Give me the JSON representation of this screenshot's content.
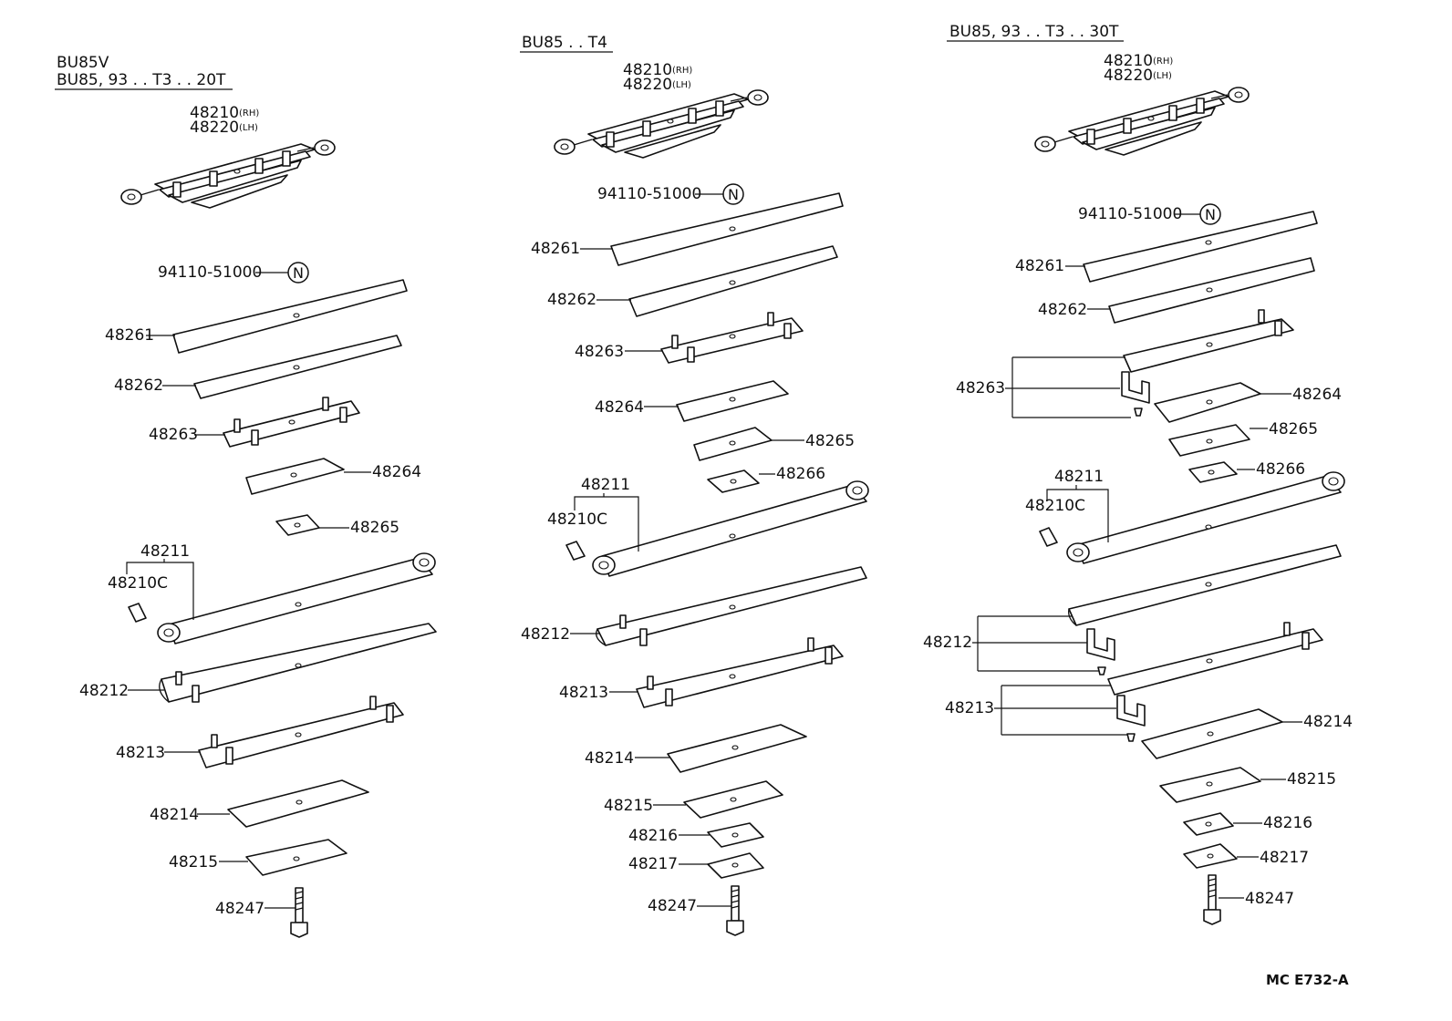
{
  "columns": [
    {
      "header": [
        "BU85V",
        "BU85, 93 . . T3 . . 20T"
      ],
      "parts": {
        "assembly_rh": "48210",
        "assembly_rh_side": "(RH)",
        "assembly_lh": "48220",
        "assembly_lh_side": "(LH)",
        "bolt": "94110-51000",
        "new_mark": "N",
        "leaf_1": "48261",
        "leaf_2": "48262",
        "leaf_3": "48263",
        "leaf_4": "48264",
        "leaf_5": "48265",
        "main_leaf": "48211",
        "bushing": "48210C",
        "leaf_12": "48212",
        "leaf_13": "48213",
        "leaf_14": "48214",
        "leaf_15": "48215",
        "center_bolt": "48247"
      }
    },
    {
      "header": [
        "BU85 . . T4"
      ],
      "parts": {
        "assembly_rh": "48210",
        "assembly_rh_side": "(RH)",
        "assembly_lh": "48220",
        "assembly_lh_side": "(LH)",
        "bolt": "94110-51000",
        "new_mark": "N",
        "leaf_1": "48261",
        "leaf_2": "48262",
        "leaf_3": "48263",
        "leaf_4": "48264",
        "leaf_5": "48265",
        "leaf_6": "48266",
        "main_leaf": "48211",
        "bushing": "48210C",
        "leaf_12": "48212",
        "leaf_13": "48213",
        "leaf_14": "48214",
        "leaf_15": "48215",
        "leaf_16": "48216",
        "leaf_17": "48217",
        "center_bolt": "48247"
      }
    },
    {
      "header": [
        "BU85, 93 . . T3 . . 30T"
      ],
      "parts": {
        "assembly_rh": "48210",
        "assembly_rh_side": "(RH)",
        "assembly_lh": "48220",
        "assembly_lh_side": "(LH)",
        "bolt": "94110-51000",
        "new_mark": "N",
        "leaf_1": "48261",
        "leaf_2": "48262",
        "leaf_3": "48263",
        "leaf_4": "48264",
        "leaf_5": "48265",
        "leaf_6": "48266",
        "main_leaf": "48211",
        "bushing": "48210C",
        "leaf_12": "48212",
        "leaf_13": "48213",
        "leaf_14": "48214",
        "leaf_15": "48215",
        "leaf_16": "48216",
        "leaf_17": "48217",
        "center_bolt": "48247"
      }
    }
  ],
  "drawing_code": "MC E732-A"
}
